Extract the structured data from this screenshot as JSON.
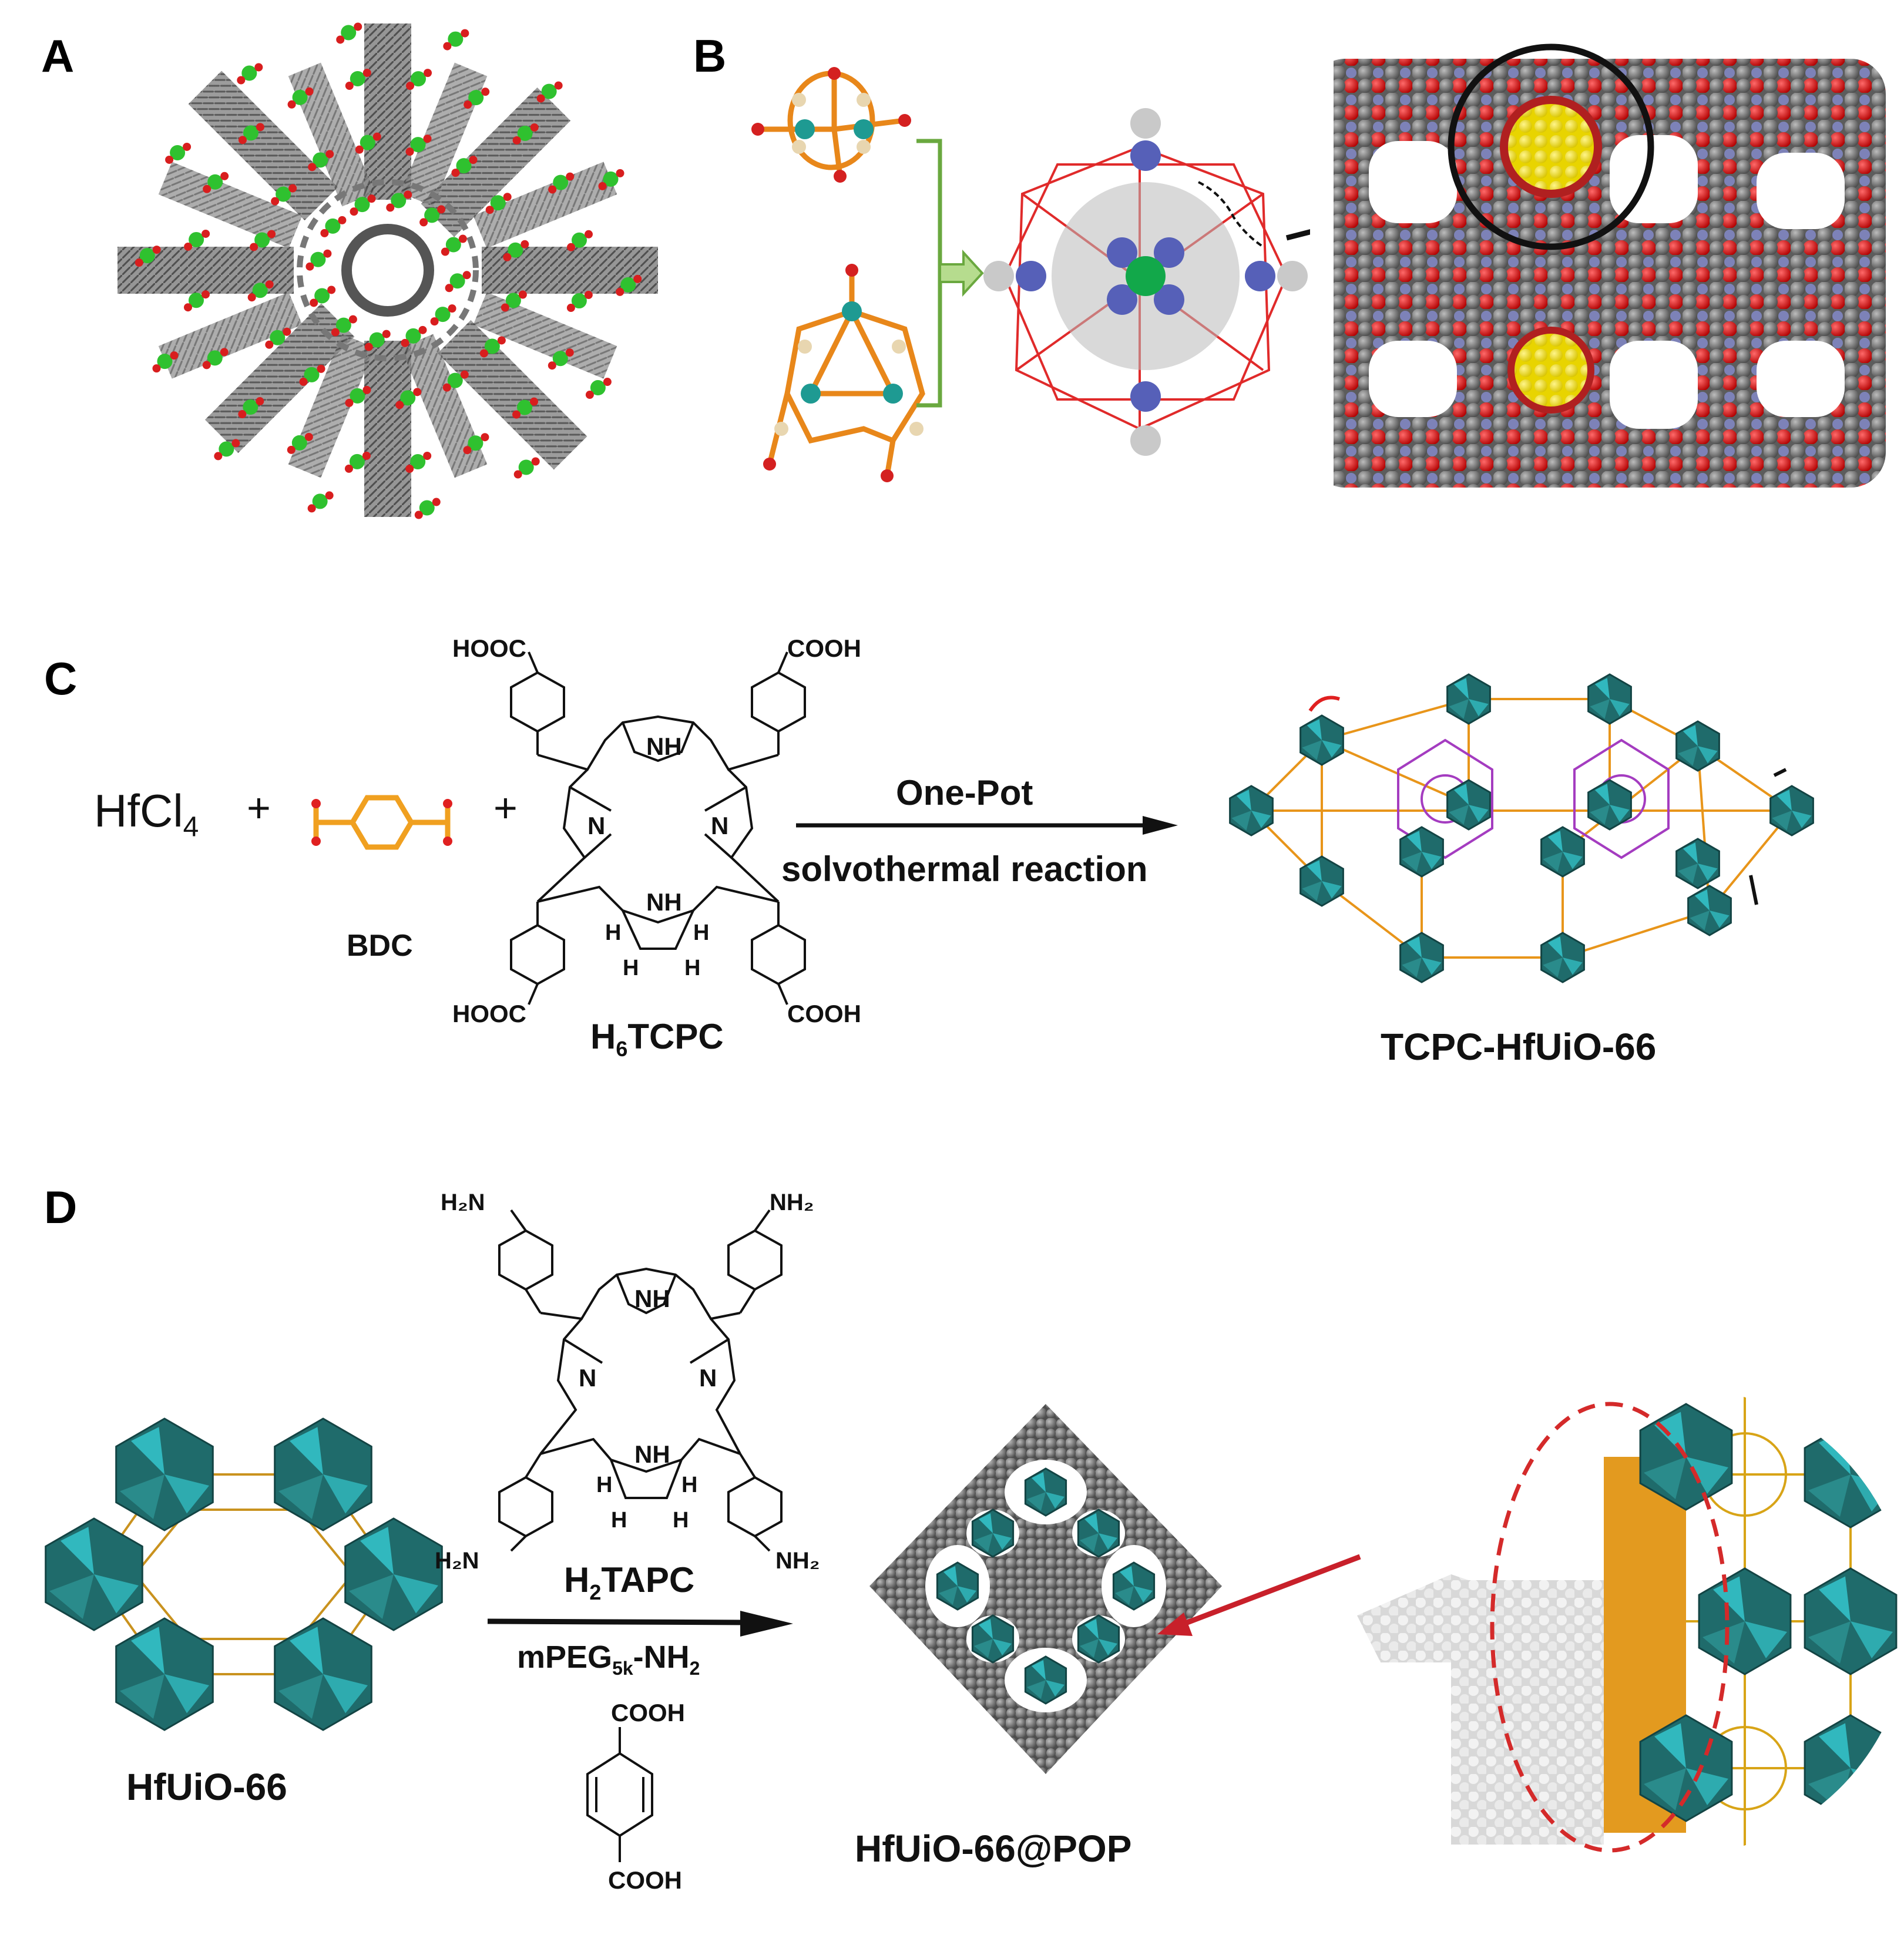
{
  "panels": {
    "a": {
      "letter": "A"
    },
    "b": {
      "letter": "B"
    },
    "c": {
      "letter": "C",
      "reagent_1": "HfCl",
      "reagent_1_sub": "4",
      "plus": "+",
      "bdc_label": "BDC",
      "linker_label": "TCPC",
      "linker_prefix": "H",
      "linker_sub": "6",
      "arrow_top": "One-Pot",
      "arrow_bottom": "solvothermal reaction",
      "product_label": "TCPC-HfUiO-66",
      "groups": {
        "cooh_left_top": "HOOC",
        "cooh_right_top": "COOH",
        "cooh_left_bottom": "HOOC",
        "cooh_right_bottom": "COOH",
        "nh": "NH",
        "n": "N",
        "h": "H"
      }
    },
    "d": {
      "letter": "D",
      "start_label": "HfUiO-66",
      "linker_prefix": "H",
      "linker_sub": "2",
      "linker_label": "TAPC",
      "peg_prefix": "mPEG",
      "peg_sub": "5k",
      "peg_suffix": "-NH",
      "peg_suffix_sub": "2",
      "acid_top": "COOH",
      "acid_bottom": "COOH",
      "product_label": "HfUiO-66@POP",
      "groups": {
        "nh2_left_top": "H₂N",
        "nh2_right_top": "NH₂",
        "nh2_left_bottom": "H₂N",
        "nh2_right_bottom": "NH₂"
      }
    }
  },
  "colors": {
    "carbon": "#5a5a5a",
    "oxygen": "#d81e1e",
    "metal_green": "#2fc12f",
    "nitrogen": "#7b82b5",
    "porphyrin_yellow": "#f3e62a",
    "cluster_cyan": "#35c6cc",
    "cluster_dark_teal": "#1f6b6b",
    "linker_orange": "#e39a1f",
    "porphyrin_purple": "#a43cc0",
    "arrow_red": "#c8202a",
    "arrow_green": "#6aa83f"
  }
}
